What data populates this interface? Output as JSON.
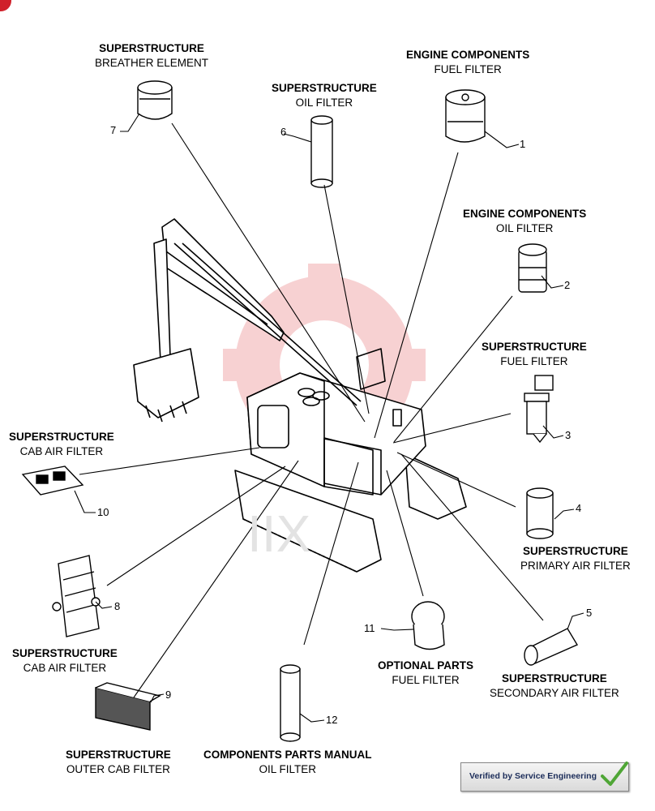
{
  "parts": [
    {
      "number": "1",
      "title": "ENGINE COMPONENTS",
      "subtitle": "FUEL FILTER"
    },
    {
      "number": "2",
      "title": "ENGINE COMPONENTS",
      "subtitle": "OIL FILTER"
    },
    {
      "number": "3",
      "title": "SUPERSTRUCTURE",
      "subtitle": "FUEL FILTER"
    },
    {
      "number": "4",
      "title": "SUPERSTRUCTURE",
      "subtitle": "PRIMARY AIR FILTER"
    },
    {
      "number": "5",
      "title": "SUPERSTRUCTURE",
      "subtitle": "SECONDARY AIR FILTER"
    },
    {
      "number": "6",
      "title": "SUPERSTRUCTURE",
      "subtitle": "OIL FILTER"
    },
    {
      "number": "7",
      "title": "SUPERSTRUCTURE",
      "subtitle": "BREATHER ELEMENT"
    },
    {
      "number": "8",
      "title": "SUPERSTRUCTURE",
      "subtitle": "CAB AIR FILTER"
    },
    {
      "number": "9",
      "title": "SUPERSTRUCTURE",
      "subtitle": "OUTER CAB FILTER"
    },
    {
      "number": "10",
      "title": "SUPERSTRUCTURE",
      "subtitle": "CAB AIR FILTER"
    },
    {
      "number": "11",
      "title": "OPTIONAL PARTS",
      "subtitle": "FUEL FILTER"
    },
    {
      "number": "12",
      "title": "COMPONENTS PARTS MANUAL",
      "subtitle": "OIL FILTER"
    }
  ],
  "badge": {
    "text": "Verified by Service Engineering"
  },
  "colors": {
    "watermark": "#f6c9cb",
    "line": "#000000",
    "badge_text": "#1c2d5a"
  }
}
